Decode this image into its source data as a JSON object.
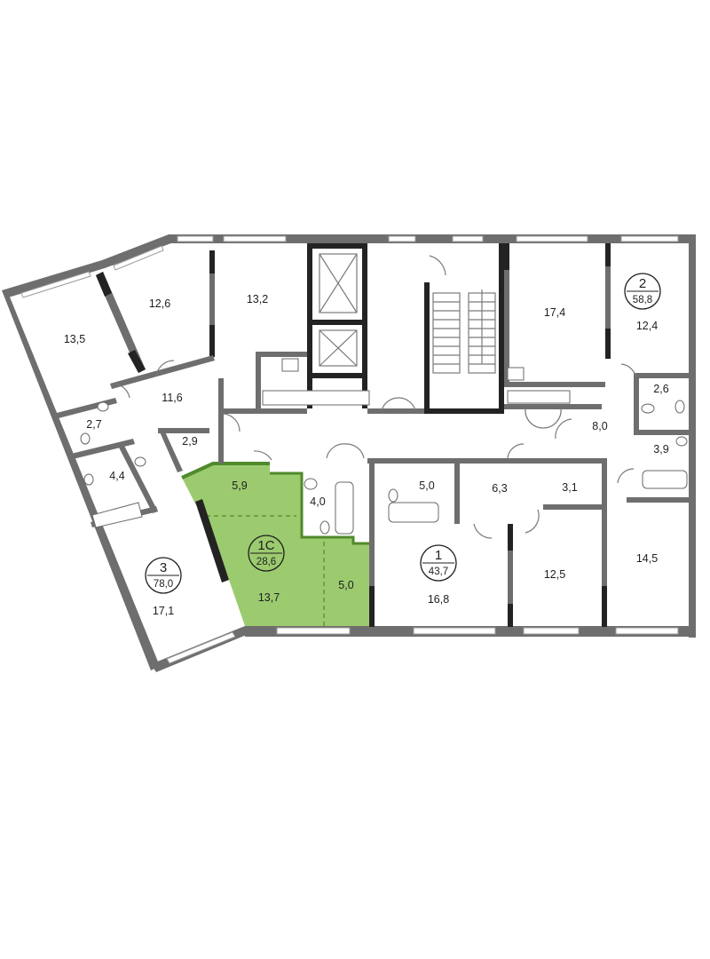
{
  "colors": {
    "selected_fill": "#9ccb6f",
    "selected_wall": "#4f8a2b",
    "wall": "#6e6e6e",
    "core": "#232323"
  },
  "apartments": [
    {
      "id": "3",
      "label": "3",
      "area": "78,0"
    },
    {
      "id": "2",
      "label": "2",
      "area": "58,8"
    },
    {
      "id": "1",
      "label": "1",
      "area": "43,7"
    },
    {
      "id": "1c",
      "label": "1С",
      "area": "28,6",
      "selected": true
    }
  ],
  "rooms": [
    {
      "id": "r-13-5",
      "area": "13,5"
    },
    {
      "id": "r-12-6",
      "area": "12,6"
    },
    {
      "id": "r-13-2",
      "area": "13,2"
    },
    {
      "id": "r-11-6",
      "area": "11,6"
    },
    {
      "id": "r-2-7",
      "area": "2,7"
    },
    {
      "id": "r-2-9",
      "area": "2,9"
    },
    {
      "id": "r-4-4",
      "area": "4,4"
    },
    {
      "id": "r-17-1",
      "area": "17,1"
    },
    {
      "id": "r-5-9",
      "area": "5,9"
    },
    {
      "id": "r-4-0",
      "area": "4,0"
    },
    {
      "id": "r-13-7",
      "area": "13,7"
    },
    {
      "id": "r-5-0a",
      "area": "5,0"
    },
    {
      "id": "r-5-0b",
      "area": "5,0"
    },
    {
      "id": "r-6-3",
      "area": "6,3"
    },
    {
      "id": "r-3-1",
      "area": "3,1"
    },
    {
      "id": "r-16-8",
      "area": "16,8"
    },
    {
      "id": "r-12-5",
      "area": "12,5"
    },
    {
      "id": "r-14-5",
      "area": "14,5"
    },
    {
      "id": "r-17-4",
      "area": "17,4"
    },
    {
      "id": "r-12-4",
      "area": "12,4"
    },
    {
      "id": "r-2-6",
      "area": "2,6"
    },
    {
      "id": "r-8-0",
      "area": "8,0"
    },
    {
      "id": "r-3-9",
      "area": "3,9"
    }
  ]
}
